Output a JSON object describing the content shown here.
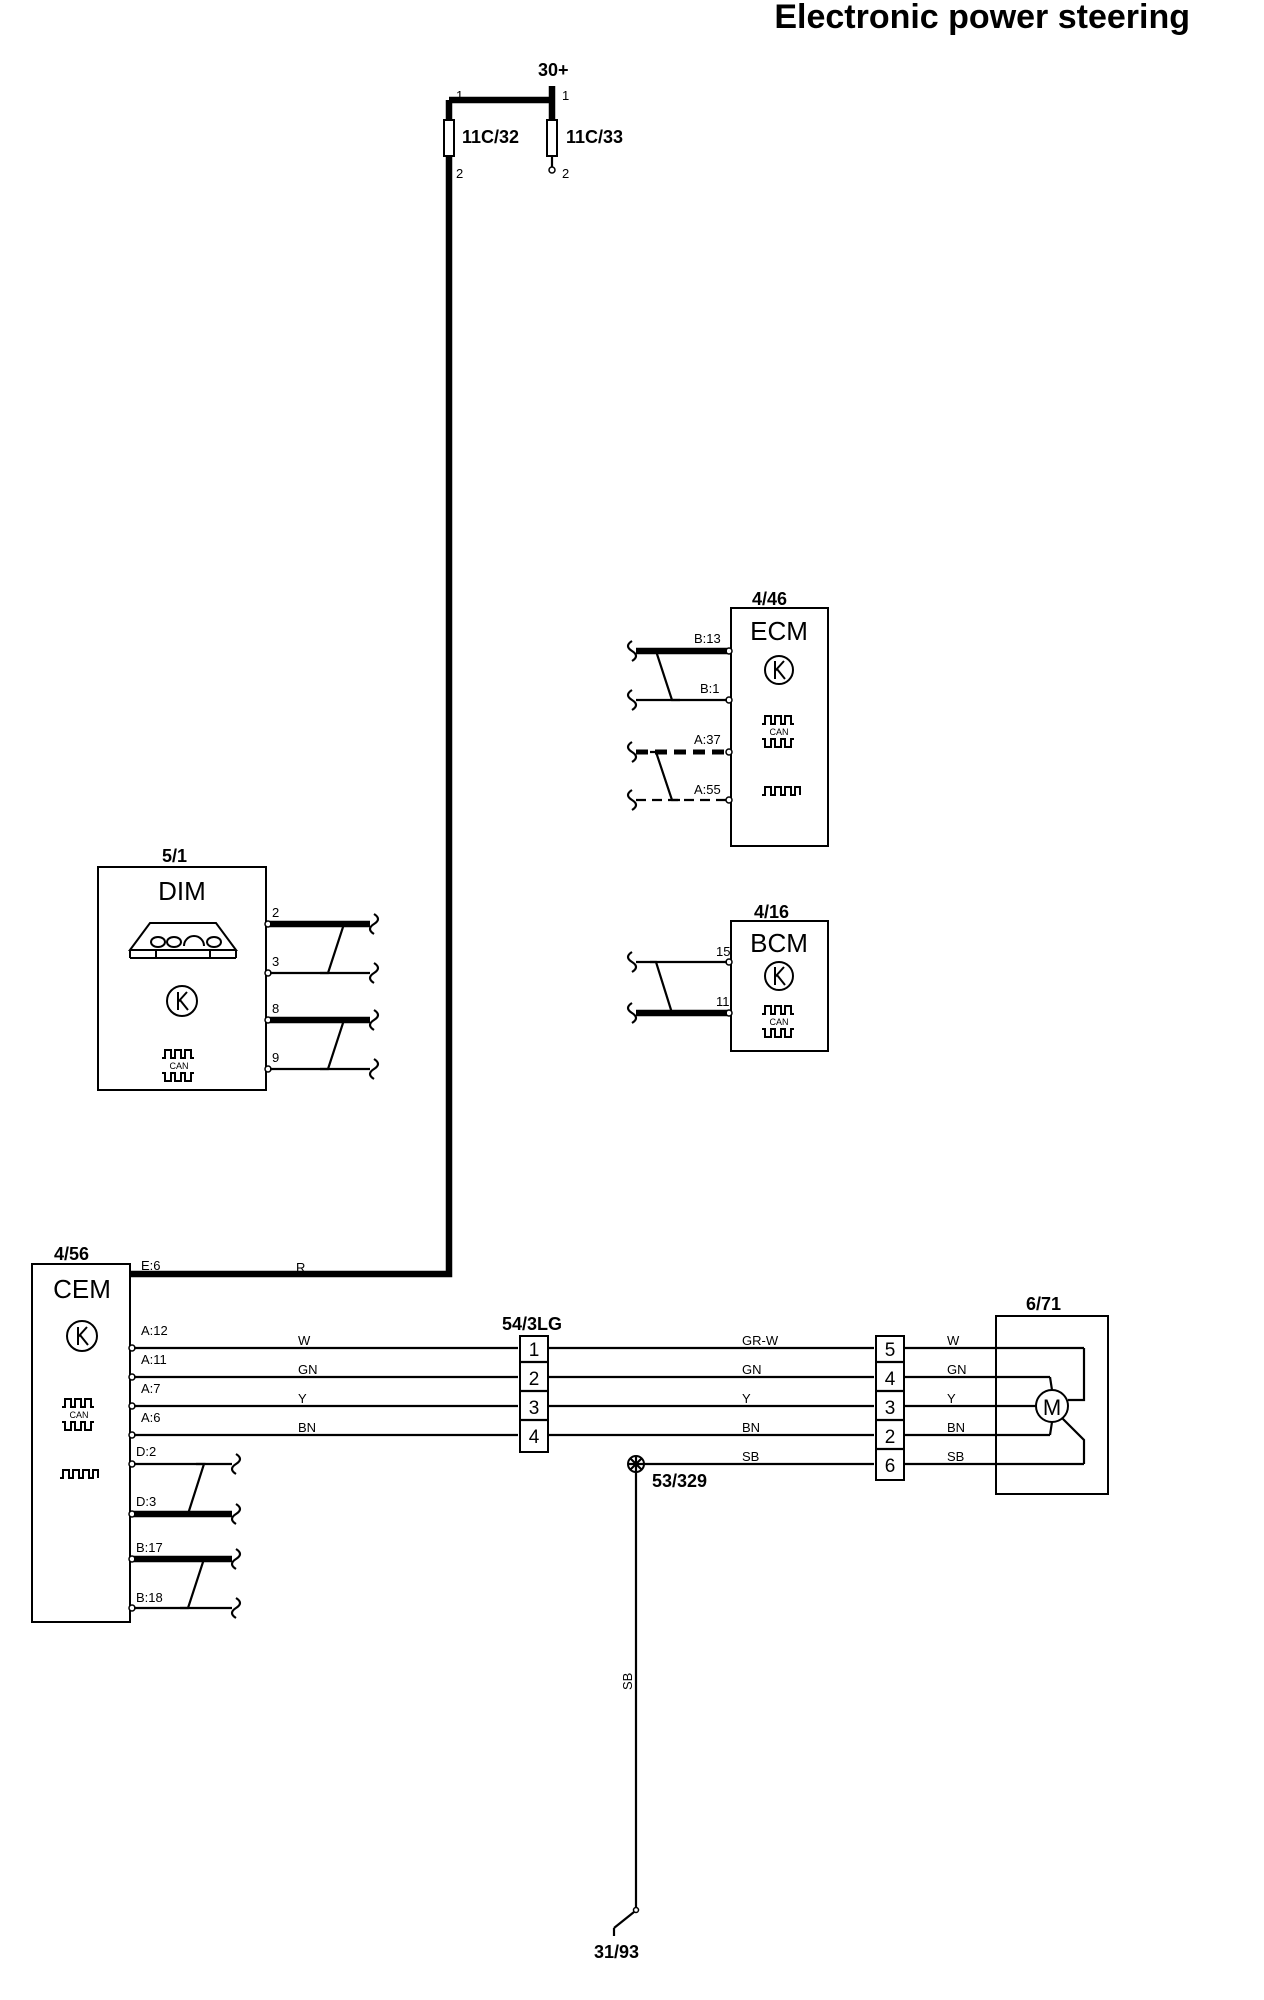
{
  "title": "Electronic power steering",
  "supply": {
    "label": "30+"
  },
  "fuses": [
    {
      "id": "11C/32",
      "pin_top": "1",
      "pin_bottom": "2"
    },
    {
      "id": "11C/33",
      "pin_top": "1",
      "pin_bottom": "2"
    }
  ],
  "ecm": {
    "ref": "4/46",
    "name": "ECM",
    "pins": [
      "B:13",
      "B:1",
      "A:37",
      "A:55"
    ]
  },
  "bcm": {
    "ref": "4/16",
    "name": "BCM",
    "pins": [
      "15",
      "11"
    ]
  },
  "dim": {
    "ref": "5/1",
    "name": "DIM",
    "pins": [
      "2",
      "3",
      "8",
      "9"
    ]
  },
  "cem": {
    "ref": "4/56",
    "name": "CEM",
    "pins": [
      "E:6",
      "A:12",
      "A:11",
      "A:7",
      "A:6",
      "D:2",
      "D:3",
      "B:17",
      "B:18"
    ]
  },
  "can_label": "CAN",
  "connector": {
    "ref": "54/3LG",
    "pins": [
      "1",
      "2",
      "3",
      "4"
    ]
  },
  "wires": {
    "supply": "R",
    "cem_side": [
      "W",
      "GN",
      "Y",
      "BN"
    ],
    "mid_side": [
      "GR-W",
      "GN",
      "Y",
      "BN",
      "SB"
    ],
    "motor_side": [
      "W",
      "GN",
      "Y",
      "BN",
      "SB"
    ],
    "ground": "SB"
  },
  "connector2": {
    "pins": [
      "5",
      "4",
      "3",
      "2",
      "6"
    ]
  },
  "motor": {
    "ref": "6/71",
    "symbol": "M"
  },
  "splice": {
    "ref": "53/329"
  },
  "ground": {
    "ref": "31/93"
  }
}
